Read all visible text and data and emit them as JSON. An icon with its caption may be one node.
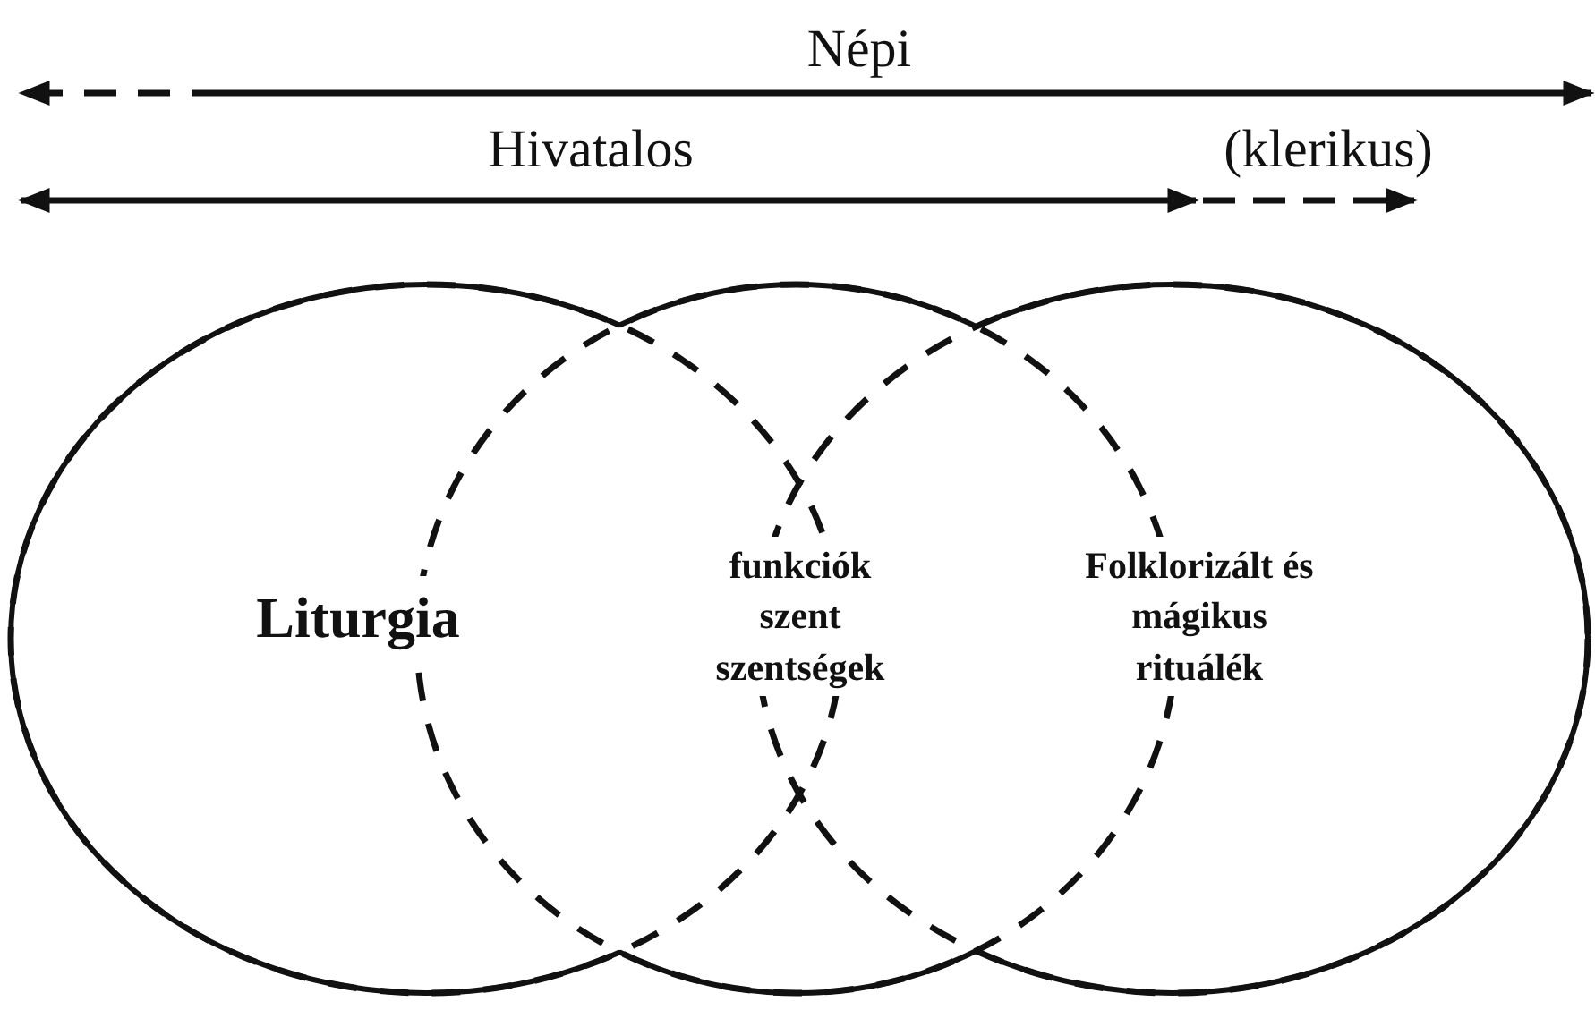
{
  "diagram": {
    "labels": [
      "Népi",
      "Hivatalos",
      "(klerikus)",
      "Liturgia",
      "funkciók szent szentségek",
      "Folklorizált és mágikus rituálék"
    ]
  }
}
